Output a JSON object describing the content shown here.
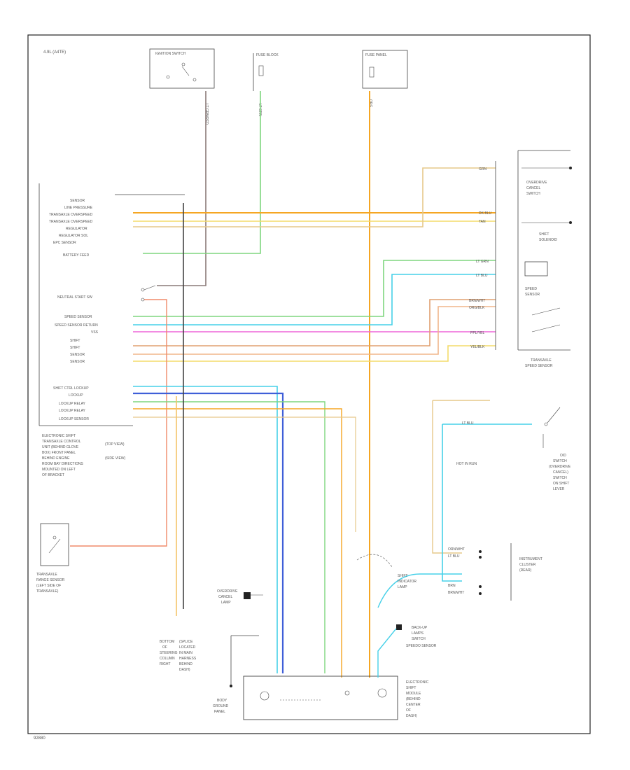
{
  "header": {
    "corner_label": "4.9L (A4TE)"
  },
  "footer": {
    "code": "92880"
  },
  "ecm": {
    "pin_labels": [
      "SENSOR",
      "LINE PRESSURE",
      "TRANSAXLE OVERSPEED",
      "TRANSAXLE OVERSPEED",
      "REGULATOR",
      "REGULATOR SOL",
      "EPC SENSOR",
      "BATTERY FEED",
      "NEUTRAL START SW"
    ],
    "sensor_labels": [
      "SPEED SENSOR",
      "SPEED SENSOR RETURN",
      "VSS",
      "SHIFT",
      "SHIFT",
      "SENSOR",
      "SENSOR"
    ],
    "solenoid_labels": [
      "SHIFT CTRL LOCKUP",
      "LOCKUP",
      "LOCKUP RELAY",
      "LOCKUP RELAY",
      "LOCKUP SENSOR"
    ],
    "caption": [
      "ELECTRONIC SHIFT",
      "TRANSAXLE CONTROL",
      "UNIT (BEHIND GLOVE",
      "BOX) FRONT PANEL",
      "BEHIND ENGINE",
      "ROOM BAY DIRECTIONS",
      "MOUNTED ON LEFT",
      "OF BRACKET"
    ],
    "caption_right": [
      "(TOP VIEW)",
      "(SIDE VIEW)"
    ]
  },
  "components": {
    "top_left": "IGNITION SWITCH",
    "top_mid": "FUSE BLOCK",
    "top_right": "FUSE PANEL",
    "right_switch_upper": [
      "OVERDRIVE",
      "CANCEL",
      "SWITCH"
    ],
    "right_switch_mid": [
      "SHIFT",
      "SOLENOID"
    ],
    "right_sensor": [
      "SPEED",
      "SENSOR"
    ],
    "right_bottom_caption": [
      "TRANSAXLE",
      "SPEED SENSOR"
    ],
    "right_lower_caption": [
      "O/D",
      "SWITCH",
      "(OVERDRIVE",
      "CANCEL)",
      "SWITCH",
      "ON SHIFT",
      "LEVER"
    ],
    "ident": "HOT IN RUN",
    "left_bottom_caption": [
      "TRANSAXLE",
      "RANGE SENSOR",
      "(LEFT SIDE OF",
      "TRANSAXLE)"
    ],
    "bottom_left_caption": [
      "BOTTOM",
      "OF",
      "STEERING",
      "COLUMN",
      "RIGHT"
    ],
    "bottom_mid_caption": [
      "(SPLICE",
      "LOCATED",
      "IN MAIN",
      "HARNESS",
      "BEHIND",
      "DASH)"
    ],
    "overdrive_label": [
      "OVERDRIVE",
      "CANCEL",
      "LAMP"
    ],
    "bottom_module_caption": [
      "ELECTRONIC",
      "SHIFT",
      "MODULE",
      "(BEHIND",
      "CENTER",
      "OF",
      "DASH)"
    ],
    "ground_label": [
      "BODY",
      "GROUND",
      "PANEL"
    ],
    "right_mid_label": [
      "INSTRUMENT",
      "CLUSTER",
      "(REAR)"
    ],
    "right_mid_small": [
      "SHIFT",
      "INDICATOR",
      "LAMP"
    ],
    "bottom_right_label": [
      "BACK-UP",
      "LAMPS",
      "SWITCH"
    ],
    "transaxle_small": "SPEEDO SENSOR"
  },
  "wire_tags": {
    "top": [
      "LT GRN/RED",
      "LT GRN",
      "ORG"
    ],
    "right_col": [
      "GRN",
      "DK BLU",
      "TAN",
      "LT GRN",
      "LT BLU",
      "BRN/WHT",
      "ORG/BLK",
      "PPL/YEL",
      "YEL/BLK"
    ],
    "mid_right": [
      "ORN/WHT",
      "LT BLU",
      "BRN",
      "BRN/WHT",
      "LT BLU"
    ]
  },
  "colors": {
    "frame": "#222222",
    "wire_orange": "#f5a623",
    "wire_green": "#7ed67e",
    "wire_cyan": "#46d0e8",
    "wire_blue": "#3f5fd8",
    "wire_yellow": "#f4dc6a",
    "wire_pink": "#ee66d9",
    "wire_tan": "#e6c88a",
    "wire_red": "#f08a6a",
    "wire_dark": "#444444"
  }
}
